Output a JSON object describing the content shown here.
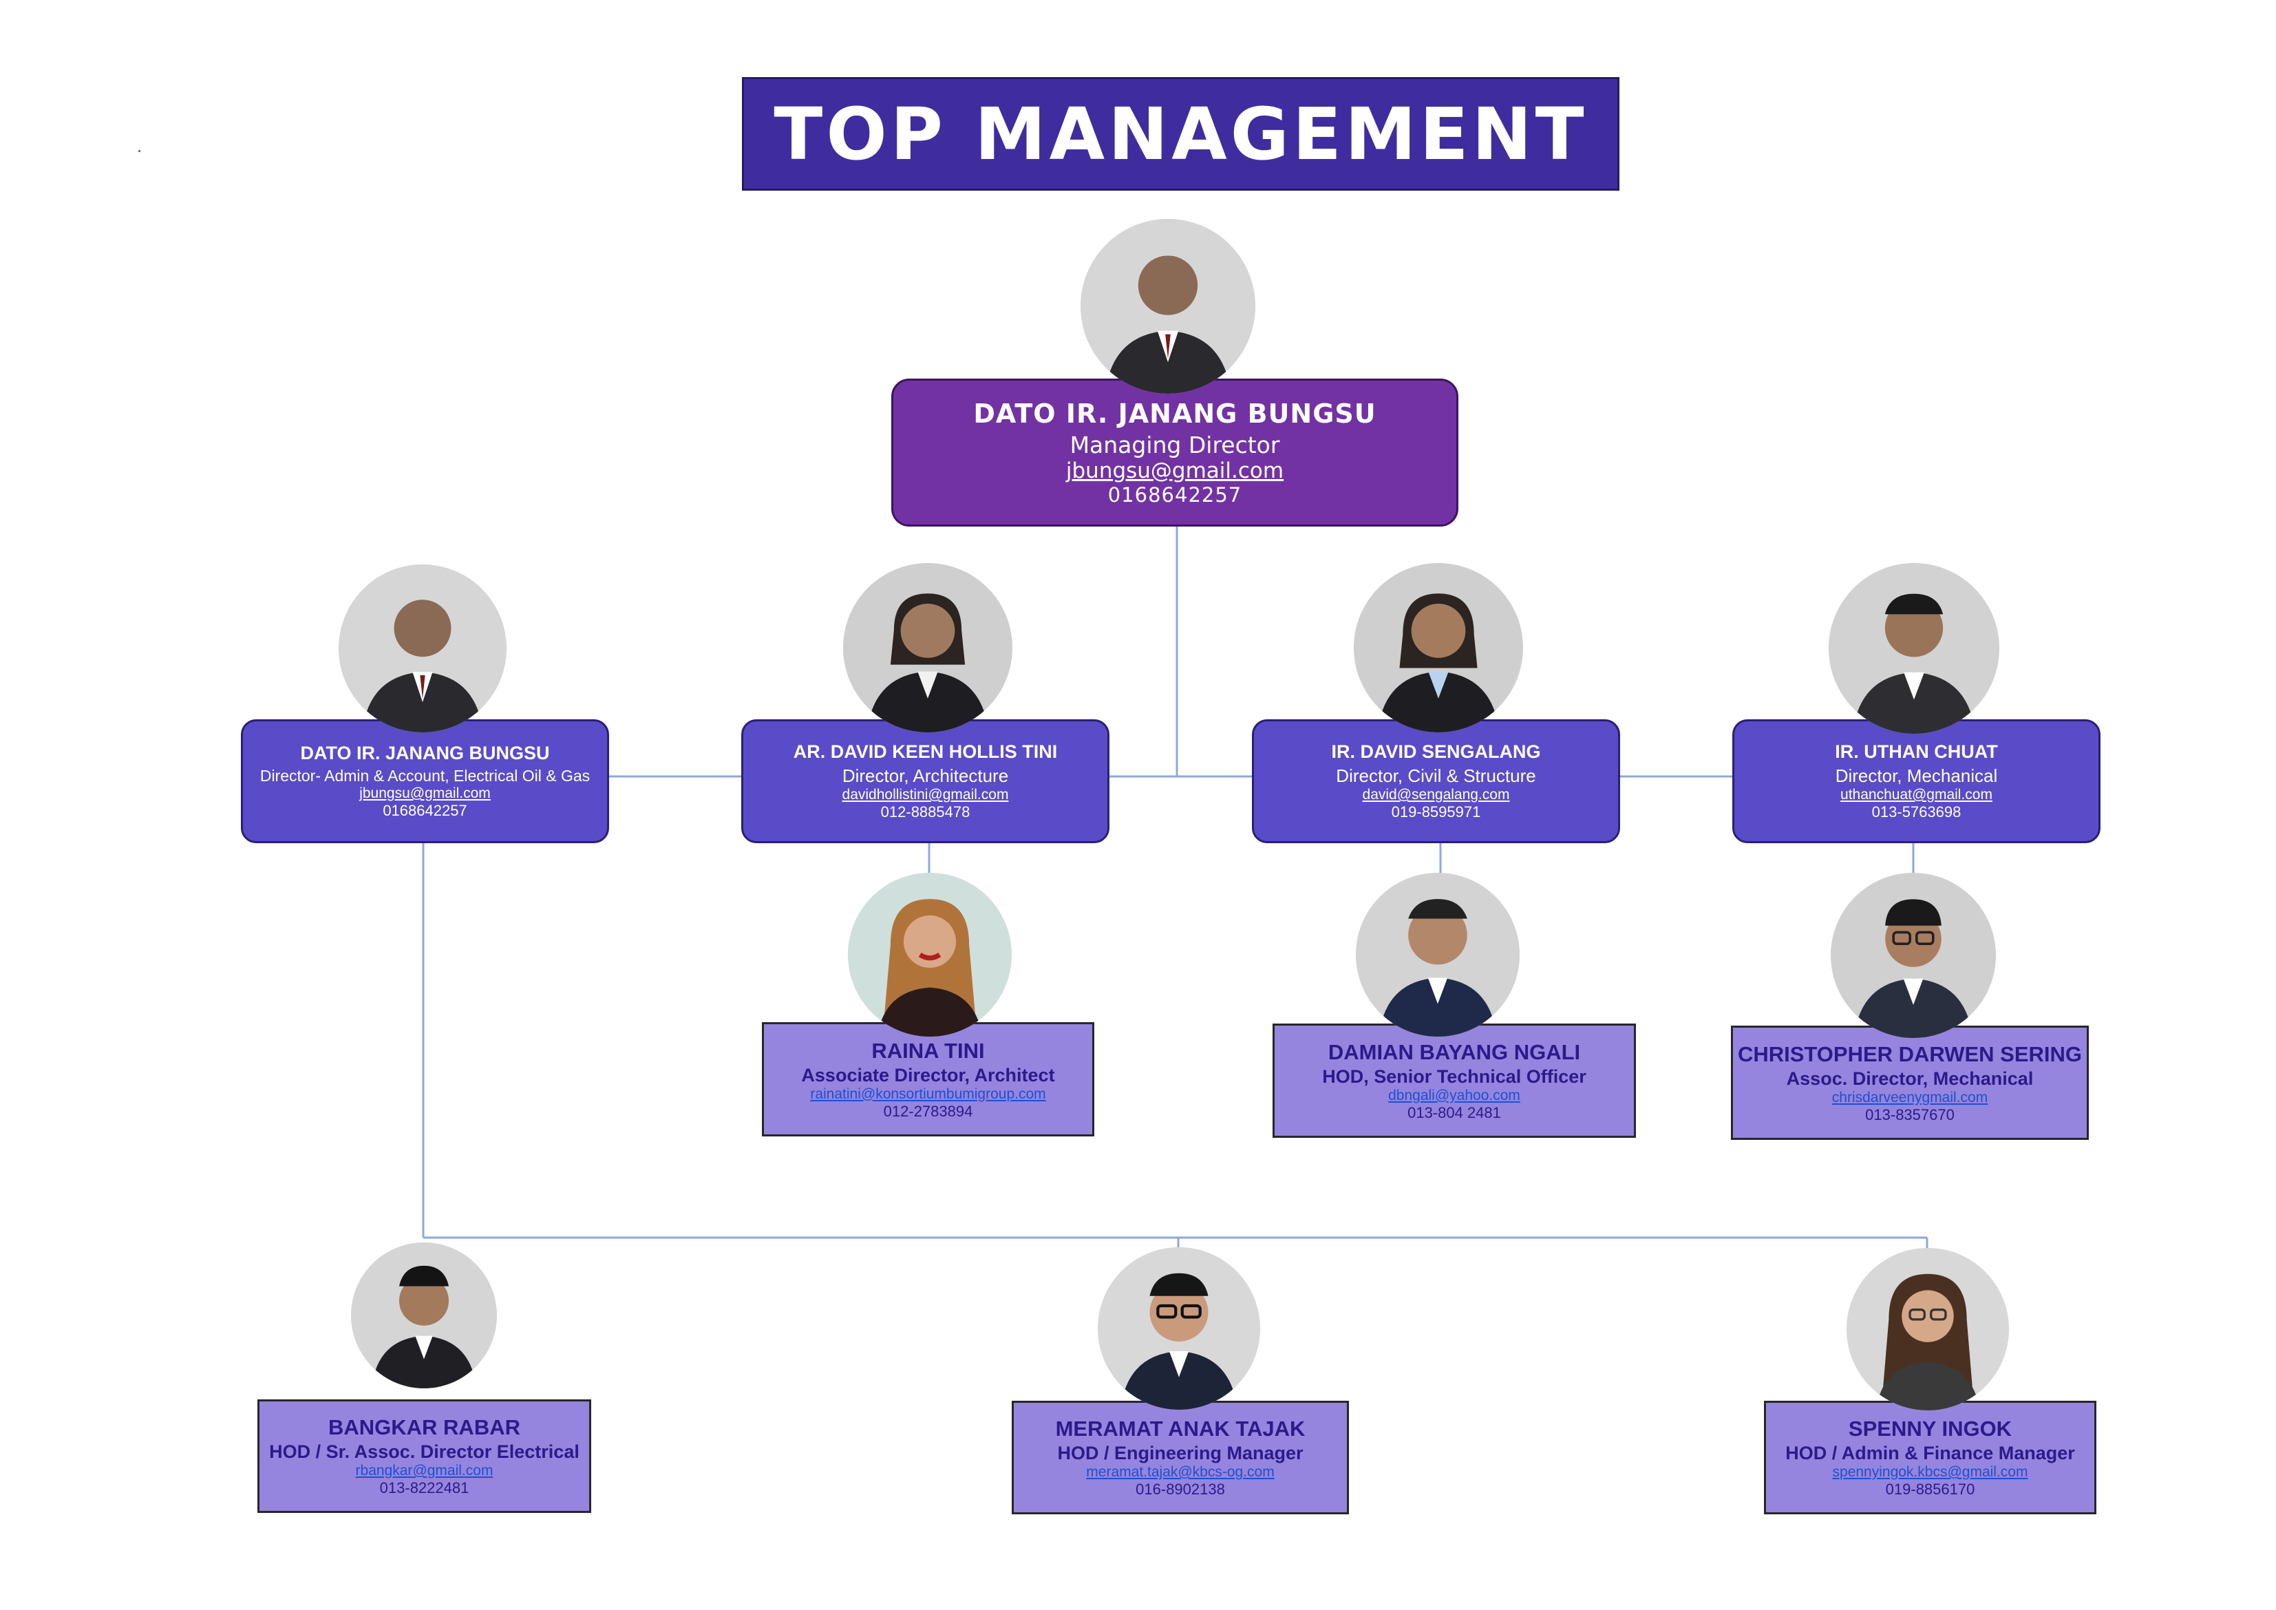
{
  "title": "TOP MANAGEMENT",
  "managing_director": {
    "name": "DATO IR. JANANG BUNGSU",
    "role": "Managing Director",
    "email": "jbungsu@gmail.com",
    "phone": "0168642257"
  },
  "directors": [
    {
      "name": "DATO IR. JANANG BUNGSU",
      "role": "Director- Admin & Account, Electrical Oil & Gas",
      "email": "jbungsu@gmail.com",
      "phone": "0168642257"
    },
    {
      "name": "AR. DAVID KEEN HOLLIS TINI",
      "role": "Director, Architecture",
      "email": "davidhollistini@gmail.com",
      "phone": "012-8885478"
    },
    {
      "name": "IR. DAVID SENGALANG",
      "role": "Director, Civil & Structure",
      "email": "david@sengalang.com",
      "phone": "019-8595971"
    },
    {
      "name": "IR. UTHAN CHUAT",
      "role": "Director, Mechanical",
      "email": "uthanchuat@gmail.com",
      "phone": "013-5763698"
    }
  ],
  "associates": [
    {
      "name": "RAINA TINI",
      "role": "Associate Director, Architect",
      "email": "rainatini@konsortiumbumigroup.com",
      "phone": "012-2783894"
    },
    {
      "name": "DAMIAN BAYANG NGALI",
      "role": "HOD, Senior Technical Officer",
      "email": "dbngali@yahoo.com",
      "phone": "013-804 2481"
    },
    {
      "name": "CHRISTOPHER DARWEN SERING",
      "role": "Assoc. Director, Mechanical",
      "email": "chrisdarveenygmail.com",
      "phone": "013-8357670"
    }
  ],
  "hods": [
    {
      "name": "BANGKAR RABAR",
      "role": "HOD / Sr. Assoc. Director Electrical",
      "email": "rbangkar@gmail.com",
      "phone": "013-8222481"
    },
    {
      "name": "MERAMAT ANAK TAJAK",
      "role": "HOD / Engineering Manager",
      "email": "meramat.tajak@kbcs-og.com",
      "phone": "016-8902138"
    },
    {
      "name": "SPENNY INGOK",
      "role": "HOD / Admin & Finance Manager",
      "email": "spennyingok.kbcs@gmail.com",
      "phone": "019-8856170"
    }
  ],
  "colors": {
    "banner": "#3f2d9f",
    "managing_director_box": "#7232a3",
    "director_box": "#5a4bc8",
    "hod_box": "#9585de",
    "connector": "#8fa8d8"
  },
  "icons": [
    "person-photo"
  ]
}
